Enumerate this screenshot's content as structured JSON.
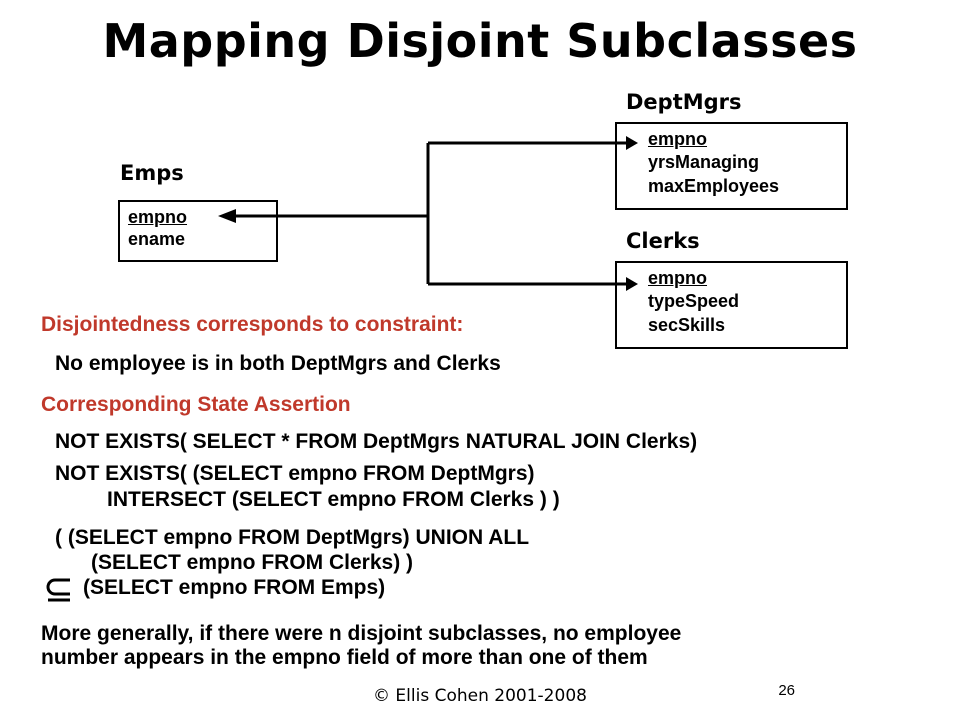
{
  "title": "Mapping Disjoint Subclasses",
  "entities": {
    "emps": {
      "label": "Emps",
      "attributes": [
        "empno",
        "ename"
      ]
    },
    "deptmgrs": {
      "label": "DeptMgrs",
      "attributes": [
        "empno",
        "yrsManaging",
        "maxEmployees"
      ]
    },
    "clerks": {
      "label": "Clerks",
      "attributes": [
        "empno",
        "typeSpeed",
        "secSkills"
      ]
    }
  },
  "constraint": {
    "heading": "Disjointedness corresponds to constraint:",
    "statement": "No employee is in both DeptMgrs and Clerks"
  },
  "assertion": {
    "heading": "Corresponding State Assertion",
    "line1": "NOT EXISTS( SELECT * FROM DeptMgrs NATURAL JOIN Clerks)",
    "line2a": "NOT EXISTS( (SELECT empno FROM DeptMgrs)",
    "line2b": "INTERSECT (SELECT empno FROM Clerks ) )",
    "line3a": "( (SELECT empno FROM DeptMgrs) UNION ALL",
    "line3b": "(SELECT empno FROM Clerks) )",
    "line3c": "(SELECT empno FROM Emps)"
  },
  "general": {
    "line1": "More generally, if there were n disjoint subclasses, no employee",
    "line2": "number appears in the empno field of more than one of them"
  },
  "footer": {
    "copyright": "© Ellis Cohen 2001-2008",
    "page": "26"
  },
  "colors": {
    "accent": "#c0392b",
    "text": "#000000"
  },
  "icons": {
    "subset": "subset-or-equal-icon"
  }
}
